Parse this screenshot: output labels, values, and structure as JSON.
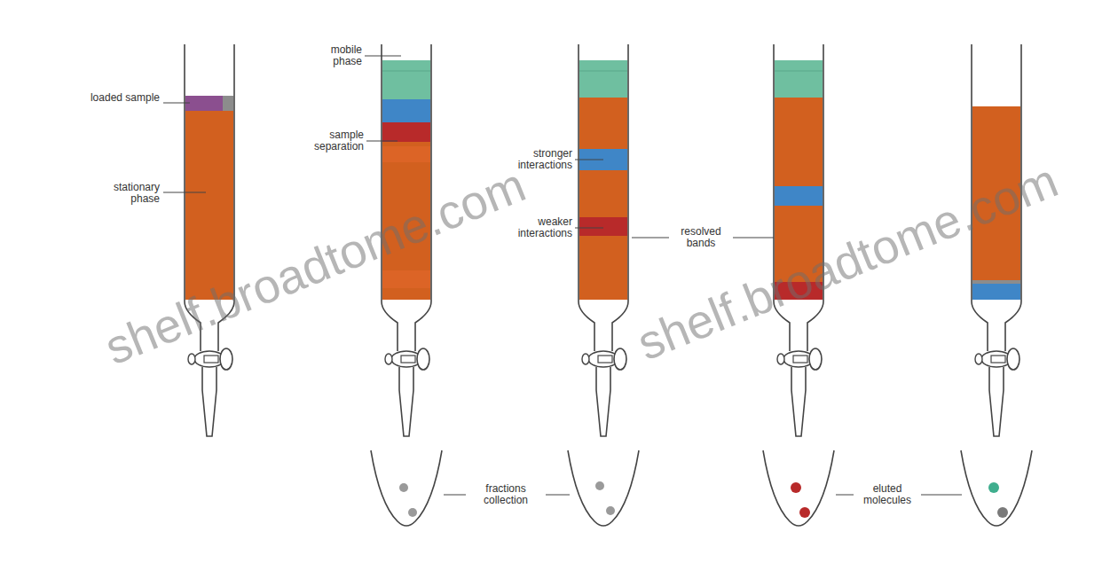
{
  "diagram": {
    "labels": [
      "loaded sample",
      "stationary phase",
      "mobile phase",
      "sample separation",
      "stronger interactions",
      "weaker interactions",
      "resolved bands",
      "fractions collection",
      "eluted molecules",
      "shelf.broadtome.com",
      "shelf.broadtome.com"
    ]
  }
}
